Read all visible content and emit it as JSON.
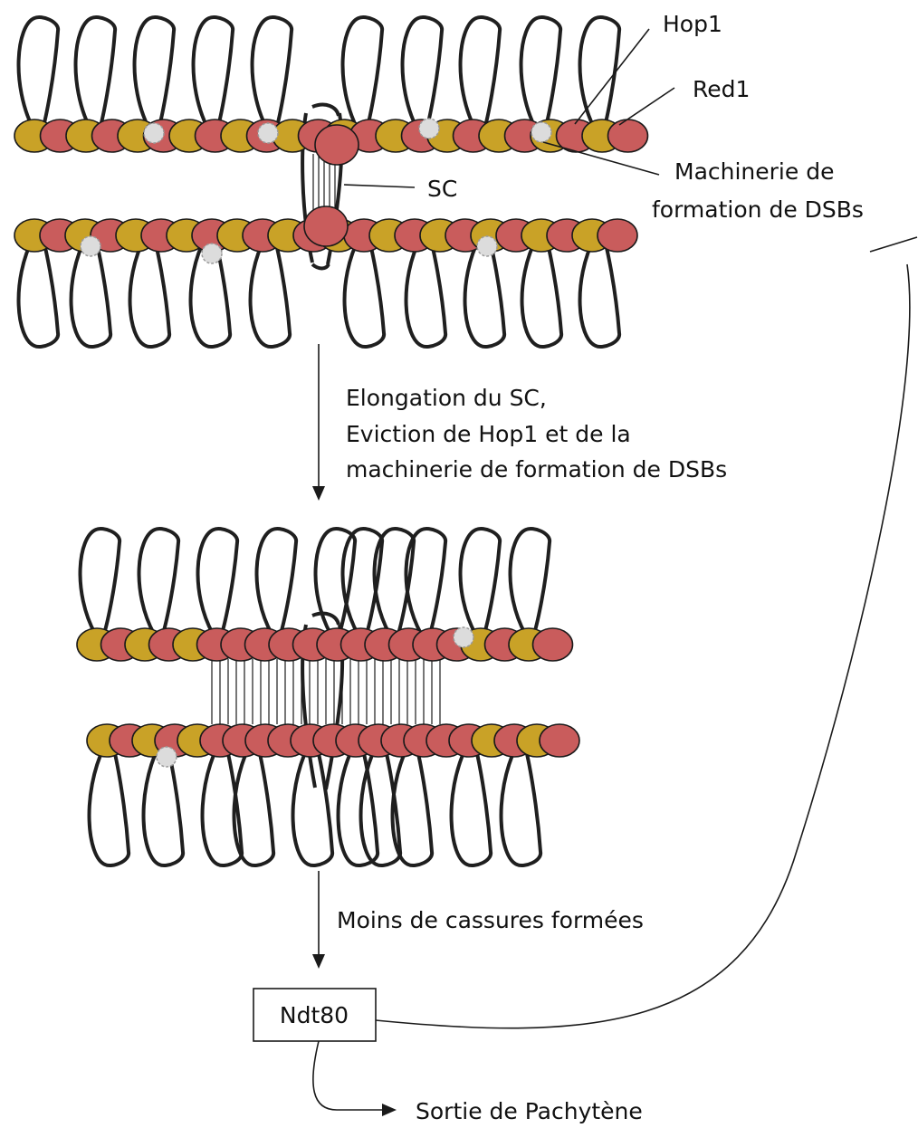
{
  "colors": {
    "hop1": "#c9a227",
    "red1": "#c95c5c",
    "dsb_machinery": "#dcdcdc",
    "loop": "#1f1f1f"
  },
  "labels": {
    "hop1": "Hop1",
    "red1": "Red1",
    "dsb_machinery_line1": "Machinerie de",
    "dsb_machinery_line2": "formation de DSBs",
    "sc": "SC"
  },
  "steps": {
    "step1_line1": "Elongation du SC,",
    "step1_line2": "Eviction de Hop1 et de la",
    "step1_line3": "machinerie de formation de DSBs",
    "step2": "Moins de cassures formées"
  },
  "ndt80": "Ndt80",
  "exit": "Sortie de Pachytène"
}
